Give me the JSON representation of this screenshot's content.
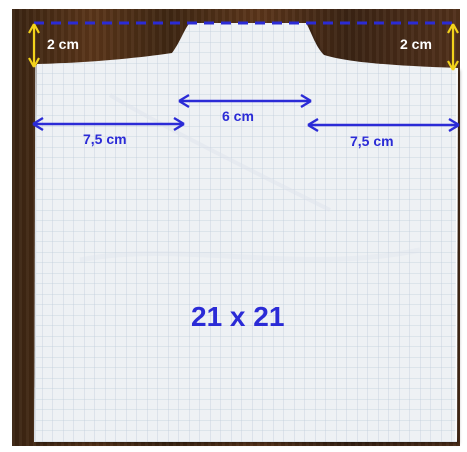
{
  "image": {
    "labels": {
      "top_left_height": "2 cm",
      "top_right_height": "2 cm",
      "neck_width": "6 cm",
      "left_shoulder_width": "7,5 cm",
      "right_shoulder_width": "7,5 cm",
      "sheet_size": "21 x 21"
    },
    "colors": {
      "wood_dark": "#3a2412",
      "paper": "#eef1f4",
      "grid": "#b8c7d6",
      "dimension_blue": "#2b2bd6",
      "height_marker_yellow": "#f2d21b"
    }
  }
}
